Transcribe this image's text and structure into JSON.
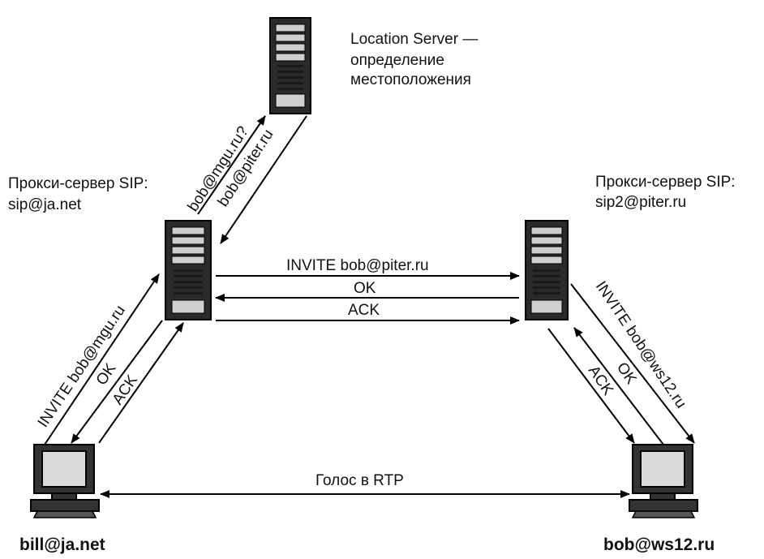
{
  "nodes": {
    "location_server": {
      "label_lines": [
        "Location Server —",
        "определение",
        "местоположения"
      ]
    },
    "proxy_left": {
      "label_lines": [
        "Прокси-сервер SIP:",
        "sip@ja.net"
      ]
    },
    "proxy_right": {
      "label_lines": [
        "Прокси-сервер SIP:",
        "sip2@piter.ru"
      ]
    },
    "client_left": {
      "label": "bill@ja.net"
    },
    "client_right": {
      "label": "bob@ws12.ru"
    }
  },
  "messages": {
    "query": "bob@mgu.ru?",
    "reply": "bob@piter.ru",
    "invite_proxies": "INVITE bob@piter.ru",
    "ok_proxies": "OK",
    "ack_proxies": "ACK",
    "invite_left": "INVITE bob@mgu.ru",
    "ok_left": "OK",
    "ack_left": "ACK",
    "invite_right": "INVITE bob@ws12.ru",
    "ok_right": "OK",
    "ack_right": "ACK",
    "voice": "Голос в RTP"
  }
}
